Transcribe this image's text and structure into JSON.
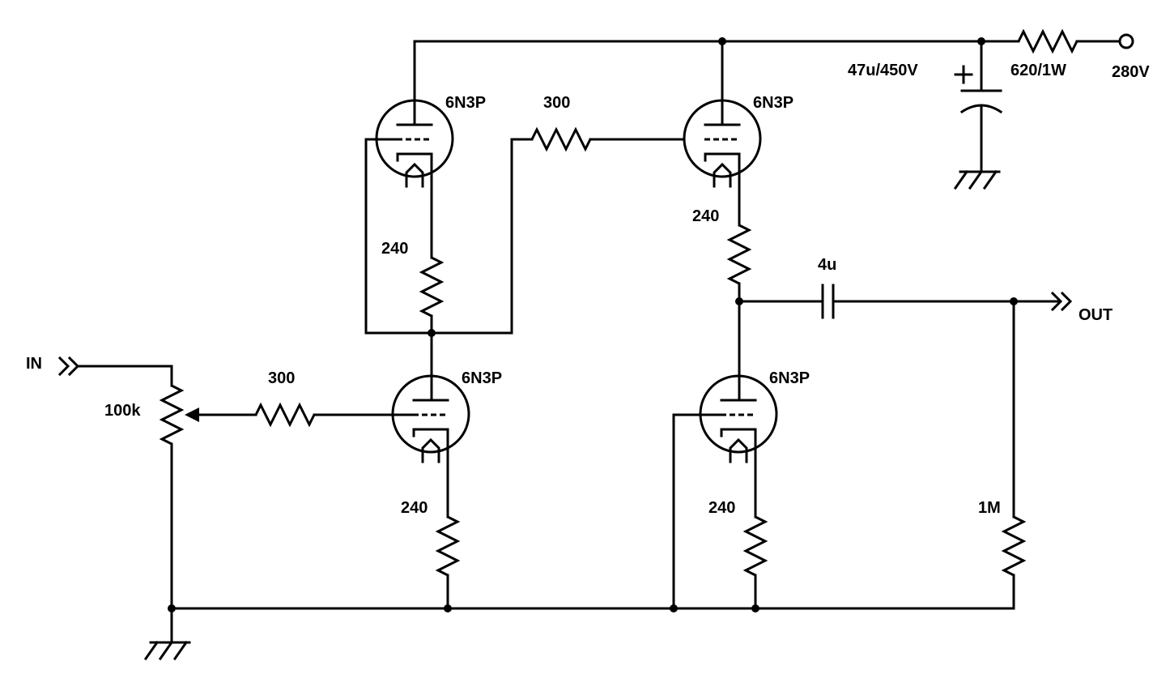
{
  "labels": {
    "supply_voltage": "280V",
    "supply_resistor": "620/1W",
    "filter_cap": "47u/450V",
    "cap_polarity": "+",
    "tube_upper_left": "6N3P",
    "tube_upper_right": "6N3P",
    "tube_lower_left": "6N3P",
    "tube_lower_right": "6N3P",
    "grid_resistor_upper": "300",
    "grid_resistor_input": "300",
    "cathode_resistor_upper_left": "240",
    "cathode_resistor_upper_right": "240",
    "cathode_resistor_lower_left": "240",
    "cathode_resistor_lower_right": "240",
    "output_cap": "4u",
    "output_resistor": "1M",
    "volume_pot": "100k",
    "input": "IN",
    "output": "OUT"
  }
}
